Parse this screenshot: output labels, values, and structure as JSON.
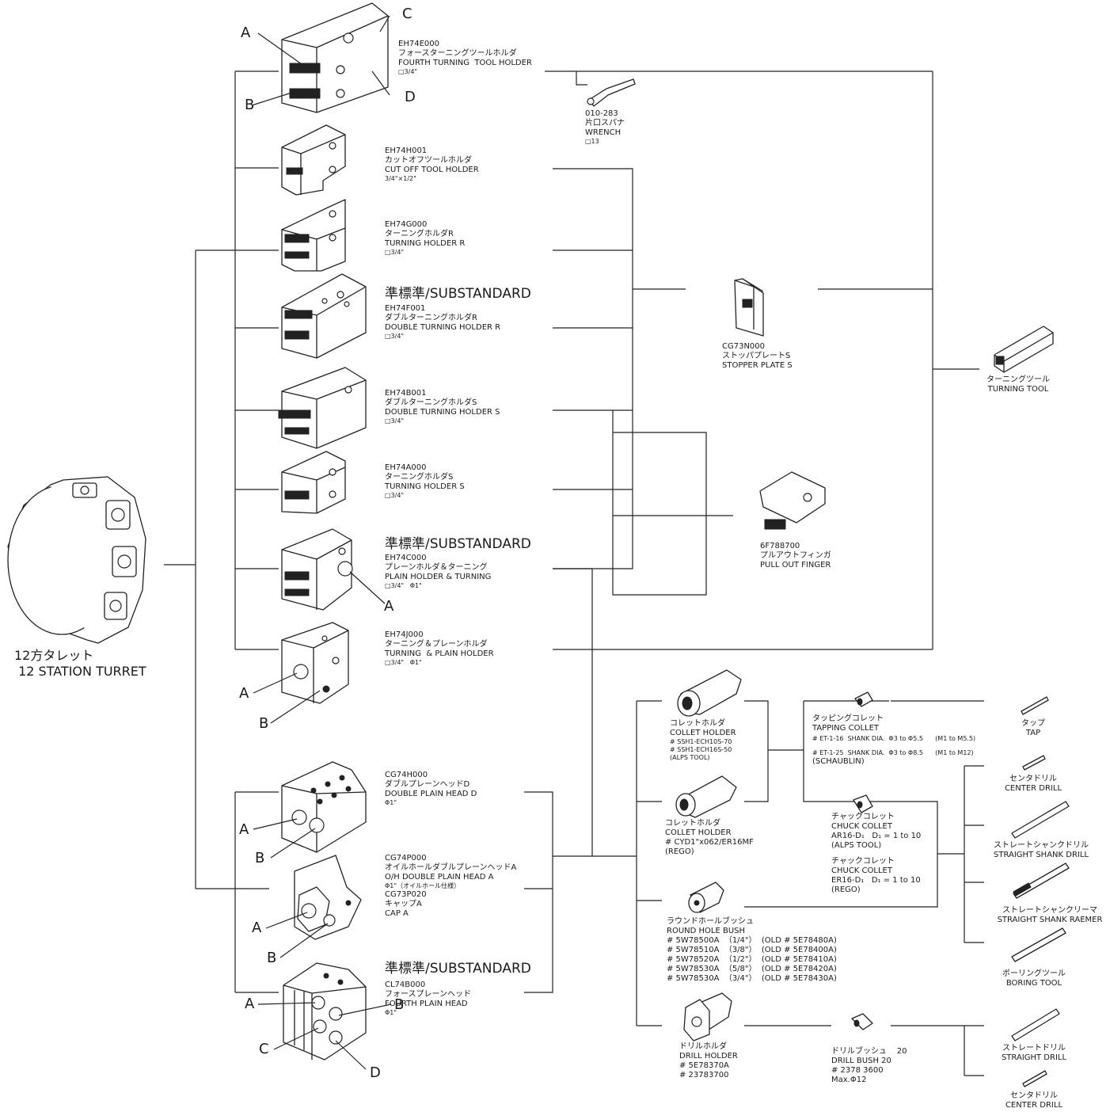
{
  "turret": {
    "jp": "12方タレット",
    "en": " 12 STATION TURRET"
  },
  "substandard": "準標準/SUBSTANDARD",
  "holders": [
    {
      "code": "EH74E000",
      "jp": "フォースターニングツールホルダ",
      "en": "FOURTH TURNING  TOOL HOLDER",
      "spec": "□3/4\""
    },
    {
      "code": "EH74H001",
      "jp": "カットオフツールホルダ",
      "en": "CUT OFF TOOL HOLDER",
      "spec": "3/4\"×1/2\""
    },
    {
      "code": "EH74G000",
      "jp": "ターニングホルダR",
      "en": "TURNING HOLDER R",
      "spec": "□3/4\""
    },
    {
      "code": "EH74F001",
      "jp": "ダブルターニングホルダR",
      "en": "DOUBLE TURNING HOLDER R",
      "spec": "□3/4\""
    },
    {
      "code": "EH74B001",
      "jp": "ダブルターニングホルダS",
      "en": "DOUBLE TURNING HOLDER S",
      "spec": "□3/4\""
    },
    {
      "code": "EH74A000",
      "jp": "ターニングホルダS",
      "en": "TURNING HOLDER S",
      "spec": "□3/4\""
    },
    {
      "code": "EH74C000",
      "jp": "プレーンホルダ＆ターニング",
      "en": "PLAIN HOLDER & TURNING",
      "spec": "□3/4\"   Φ1\""
    },
    {
      "code": "EH74J000",
      "jp": "ターニング＆プレーンホルダ",
      "en": "TURNING  & PLAIN HOLDER",
      "spec": "□3/4\"   Φ1\""
    }
  ],
  "heads": [
    {
      "code": "CG74H000",
      "jp": "ダブルプレーンヘッドD",
      "en": "DOUBLE PLAIN HEAD D",
      "spec": "Φ1\""
    },
    {
      "code": "CG74P000",
      "jp": "オイルホールダブルプレーンヘッドA",
      "en": "O/H DOUBLE PLAIN HEAD A",
      "spec": "Φ1\"（オイルホール仕様）",
      "code2": "CG73P020",
      "jp2": "キャップA",
      "en2": "CAP A"
    },
    {
      "code": "CL74B000",
      "jp": "フォースプレーンヘッド",
      "en": "FOURTH PLAIN HEAD",
      "spec": "Φ1\""
    }
  ],
  "wrench": {
    "code": "010-283",
    "jp": "片口スパナ",
    "en": "WRENCH",
    "spec": "□13"
  },
  "stopper": {
    "code": "CG73N000",
    "jp": "ストッパプレートS",
    "en": "STOPPER PLATE S"
  },
  "pullout": {
    "code": "6F788700",
    "jp": "プルアウトフィンガ",
    "en": "PULL OUT FINGER"
  },
  "turning_tool": {
    "jp": "ターニングツール",
    "en": "TURNING TOOL"
  },
  "collet_holder_1": {
    "jp": "コレットホルダ",
    "en": "COLLET HOLDER",
    "p1": "# SSH1-ECH10S-70",
    "p2": "# SSH1-ECH16S-50",
    "p3": "(ALPS TOOL)"
  },
  "collet_holder_2": {
    "jp": "コレットホルダ",
    "en": "COLLET HOLDER",
    "p1": "# CYD1\"x062/ER16MF",
    "p2": "(REGO)"
  },
  "tapping": {
    "jp": "タッピングコレット",
    "en": "TAPPING COLLET",
    "l1": "# ET-1-16  SHANK DIA.  Φ3 to Φ5.5      (M1 to M5.5)",
    "l2": "# ET-1-25  SHANK DIA.  Φ3 to Φ8.5      (M1 to M12)",
    "l3": "(SCHAUBLIN)"
  },
  "chuck1": {
    "jp": "チャックコレット",
    "en": "CHUCK COLLET",
    "p1": "AR16-D₁   D₁ = 1 to 10",
    "p2": "(ALPS TOOL)"
  },
  "chuck2": {
    "jp": "チャックコレット",
    "en": "CHUCK COLLET",
    "p1": "ER16-D₁   D₁ = 1 to 10",
    "p2": "(REGO)"
  },
  "round_bush": {
    "jp": "ラウンドホールブッシュ",
    "en": "ROUND HOLE BUSH",
    "rows": [
      "# 5W78500A  （1/4\"）  (OLD # 5E78480A)",
      "# 5W78510A  （3/8\"）  (OLD # 5E78400A)",
      "# 5W78520A  （1/2\"）  (OLD # 5E78410A)",
      "# 5W78530A  （5/8\"）  (OLD # 5E78420A)",
      "# 5W78530A  （3/4\"）  (OLD # 5E78430A)"
    ]
  },
  "drill_holder": {
    "jp": "ドリルホルダ",
    "en": "DRILL HOLDER",
    "p1": "# 5E78370A",
    "p2": "# 23783700"
  },
  "drill_bush": {
    "jp": "ドリルブッシュ    20",
    "en": "DRILL BUSH 20",
    "p1": "# 2378 3600",
    "p2": "Max.Φ12"
  },
  "tools": {
    "tap": {
      "jp": "タップ",
      "en": "TAP"
    },
    "center_drill": {
      "jp": "センタドリル",
      "en": "CENTER DRILL"
    },
    "straight_shank_drill": {
      "jp": "ストレートシャンクドリル",
      "en": "STRAIGHT SHANK DRILL"
    },
    "straight_shank_reamer": {
      "jp": "ストレートシャンクリーマ",
      "en": "STRAIGHT SHANK RAEMER"
    },
    "boring_tool": {
      "jp": "ボーリングツール",
      "en": "BORING TOOL"
    },
    "straight_drill": {
      "jp": "ストレートドリル",
      "en": "STRAIGHT DRILL"
    },
    "center_drill_2": {
      "jp": "センタドリル",
      "en": "CENTER DRILL"
    }
  },
  "letters": {
    "a": "A",
    "b": "B",
    "c": "C",
    "d": "D"
  }
}
